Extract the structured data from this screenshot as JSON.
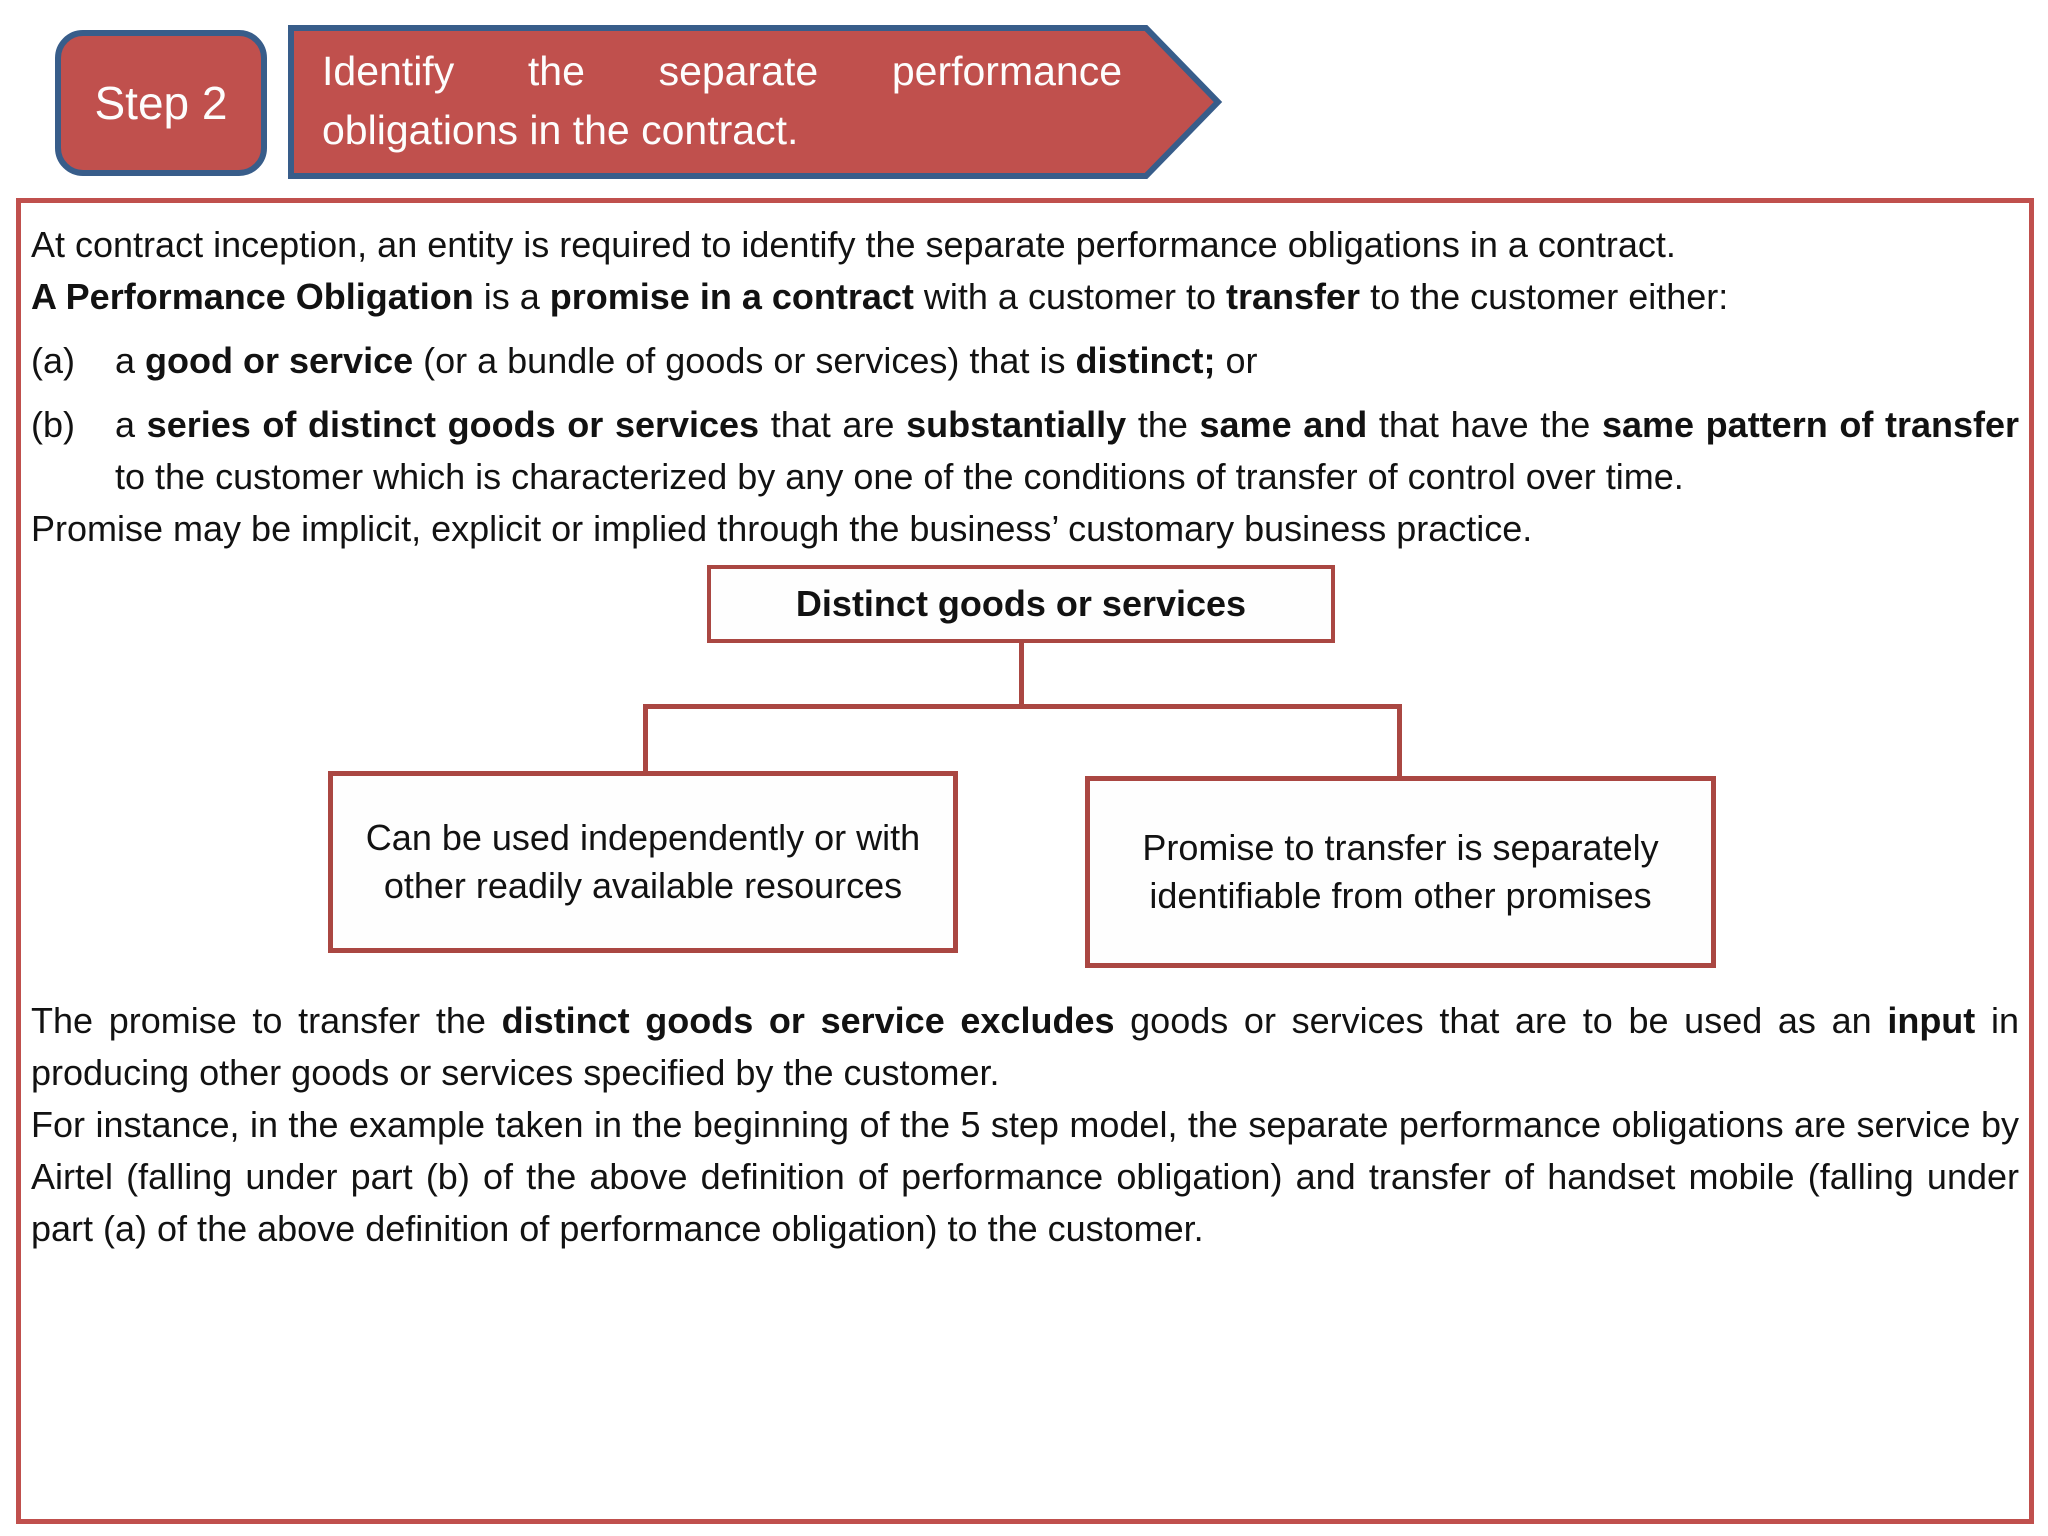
{
  "header": {
    "step_label": "Step 2",
    "title": "Identify the separate performance obligations in the contract."
  },
  "colors": {
    "shape_fill": "#C0504D",
    "shape_border_blue": "#385D8A",
    "panel_border_red": "#C0504D",
    "diagram_red": "#AA4742",
    "text": "#121212",
    "header_text": "#FDFDFD"
  },
  "body": {
    "intro": [
      {
        "t": "At contract inception, an entity is required to identify the separate performance obligations in a contract."
      }
    ],
    "definition": [
      {
        "t": "A Performance Obligation",
        "b": true
      },
      {
        "t": " is a "
      },
      {
        "t": "promise in a contract",
        "b": true
      },
      {
        "t": " with a customer to "
      },
      {
        "t": "transfer",
        "b": true
      },
      {
        "t": " to the customer either:"
      }
    ],
    "items": [
      {
        "marker": "(a)",
        "segments": [
          {
            "t": "a "
          },
          {
            "t": "good or service",
            "b": true
          },
          {
            "t": " (or a bundle of goods or services) that is "
          },
          {
            "t": "distinct;",
            "b": true
          },
          {
            "t": " or"
          }
        ]
      },
      {
        "marker": "(b)",
        "segments": [
          {
            "t": "a "
          },
          {
            "t": "series of distinct goods or services",
            "b": true
          },
          {
            "t": " that are "
          },
          {
            "t": "substantially",
            "b": true
          },
          {
            "t": " the "
          },
          {
            "t": "same and",
            "b": true
          },
          {
            "t": " that have the "
          },
          {
            "t": "same pattern of transfer",
            "b": true
          },
          {
            "t": " to the customer which is characterized by any one of the conditions of transfer of control over time."
          }
        ]
      }
    ],
    "promise_note": "Promise may be implicit, explicit or implied through the business’ customary business practice.",
    "excludes": [
      {
        "t": "The promise to transfer the "
      },
      {
        "t": "distinct goods or service excludes",
        "b": true
      },
      {
        "t": " goods or services that are to be used as an "
      },
      {
        "t": "input",
        "b": true
      },
      {
        "t": " in producing other goods or services specified by the customer."
      }
    ],
    "example": [
      {
        "t": "For instance, in the example taken in the beginning of the 5 step model, the separate performance obligations are service by Airtel (falling under part (b) of the above definition of performance obligation) and transfer of handset mobile (falling under part (a) of the above definition of performance obligation) to the customer."
      }
    ]
  },
  "diagram": {
    "root": "Distinct goods or services",
    "children": [
      "Can be used independently or with other readily available resources",
      "Promise to transfer is separately identifiable from other promises"
    ]
  }
}
